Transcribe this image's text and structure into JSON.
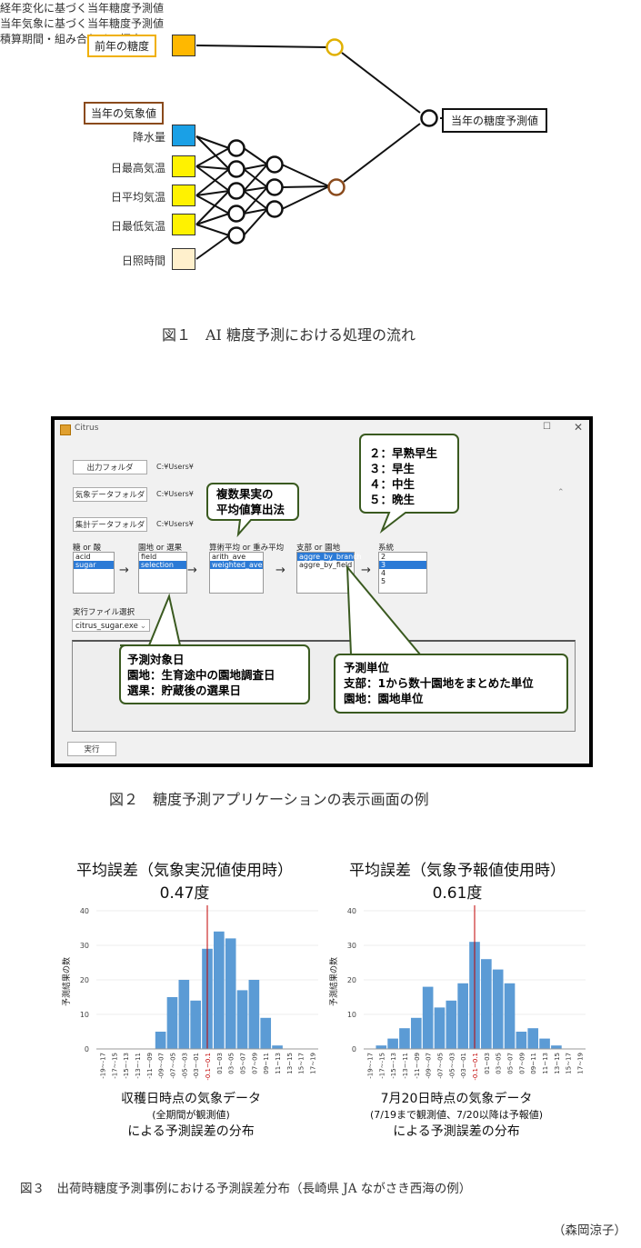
{
  "fig1": {
    "prev_year_label": "前年の糖度",
    "weather_label": "当年の気象値",
    "inputs": [
      "降水量",
      "日最高気温",
      "日平均気温",
      "日最低気温",
      "日照時間"
    ],
    "input_colors": [
      "#1aa0e6",
      "#fff200",
      "#fff200",
      "#fff200",
      "#fff0cc"
    ],
    "prev_color": "#ffb800",
    "yearly_pred_label": "経年変化に基づく当年糖度予測値",
    "weather_pred_label": "当年気象に基づく当年糖度予測値",
    "final_label": "当年の糖度予測値",
    "search_label": "積算期間・組み合わせの探索",
    "caption": "図１　AI 糖度予測における処理の流れ"
  },
  "fig2": {
    "window_title": "Citrus",
    "buttons": {
      "output_folder": "出力フォルダ",
      "weather_folder": "気象データフォルダ",
      "aggregate_folder": "集計データフォルダ",
      "run": "実行"
    },
    "paths": [
      "C:¥Users¥",
      "C:¥Users¥",
      "C:¥Users¥"
    ],
    "columns": [
      {
        "header": "糖 or 酸",
        "items": [
          "acid",
          "sugar"
        ],
        "selected": 1
      },
      {
        "header": "園地 or 選果",
        "items": [
          "field",
          "selection"
        ],
        "selected": 1
      },
      {
        "header": "算術平均 or 重み平均",
        "items": [
          "arith_ave",
          "weighted_ave"
        ],
        "selected": 1
      },
      {
        "header": "支部 or 園地",
        "items": [
          "aggre_by_branch",
          "aggre_by_field"
        ],
        "selected": 0
      },
      {
        "header": "系統",
        "items": [
          "2",
          "3",
          "4",
          "5"
        ],
        "selected": 1
      }
    ],
    "exe_label": "実行ファイル選択",
    "exe_value": "citrus_sugar.exe",
    "callout_strains": [
      "２：早熟早生",
      "３：早生",
      "４：中生",
      "５：晩生"
    ],
    "callout_avg": [
      "複数果実の",
      "平均値算出法"
    ],
    "callout_date": [
      "予測対象日",
      "園地：生育途中の園地調査日",
      "選果：貯蔵後の選果日"
    ],
    "callout_unit": [
      "予測単位",
      "支部：1から数十園地をまとめた単位",
      "園地：園地単位"
    ],
    "caption": "図２　糖度予測アプリケーションの表示画面の例"
  },
  "fig3": {
    "caption": "図３　出荷時糖度予測事例における予測誤差分布（長崎県 JA ながさき西海の例）",
    "author": "（森岡涼子）"
  },
  "chart_data": [
    {
      "type": "bar",
      "title": "平均誤差（気象実況値使用時）",
      "subtitle": "0.47度",
      "ylabel": "予測結果の数",
      "ylim": [
        0,
        40
      ],
      "yticks": [
        0,
        10,
        20,
        30,
        40
      ],
      "categories": [
        "-19~-17",
        "-17~-15",
        "-15~-13",
        "-13~-11",
        "-11~-09",
        "-09~-07",
        "-07~-05",
        "-05~-03",
        "-03~-01",
        "-0.1~0.1",
        "01~03",
        "03~05",
        "05~07",
        "07~09",
        "09~11",
        "11~13",
        "13~15",
        "15~17",
        "17~19"
      ],
      "highlight_categories": [
        "-0.1~0.1"
      ],
      "values": [
        0,
        0,
        0,
        0,
        0,
        5,
        15,
        20,
        14,
        29,
        34,
        32,
        17,
        20,
        9,
        1,
        0,
        0,
        0
      ],
      "bar_color": "#5b9bd5",
      "zero_line_color": "#c00000",
      "caption": [
        "収穫日時点の気象データ",
        "(全期間が観測値)",
        "による予測誤差の分布"
      ]
    },
    {
      "type": "bar",
      "title": "平均誤差（気象予報値使用時）",
      "subtitle": "0.61度",
      "ylabel": "予測結果の数",
      "ylim": [
        0,
        40
      ],
      "yticks": [
        0,
        10,
        20,
        30,
        40
      ],
      "categories": [
        "-19~-17",
        "-17~-15",
        "-15~-13",
        "-13~-11",
        "-11~-09",
        "-09~-07",
        "-07~-05",
        "-05~-03",
        "-03~-01",
        "-0.1~0.1",
        "01~03",
        "03~05",
        "05~07",
        "07~09",
        "09~11",
        "11~13",
        "13~15",
        "15~17",
        "17~19"
      ],
      "highlight_categories": [
        "-0.1~0.1"
      ],
      "values": [
        0,
        1,
        3,
        6,
        9,
        18,
        12,
        14,
        19,
        31,
        26,
        23,
        19,
        5,
        6,
        3,
        1,
        0,
        0
      ],
      "bar_color": "#5b9bd5",
      "zero_line_color": "#c00000",
      "caption": [
        "7月20日時点の気象データ",
        "(7/19まで観測値、7/20以降は予報値)",
        "による予測誤差の分布"
      ]
    }
  ]
}
